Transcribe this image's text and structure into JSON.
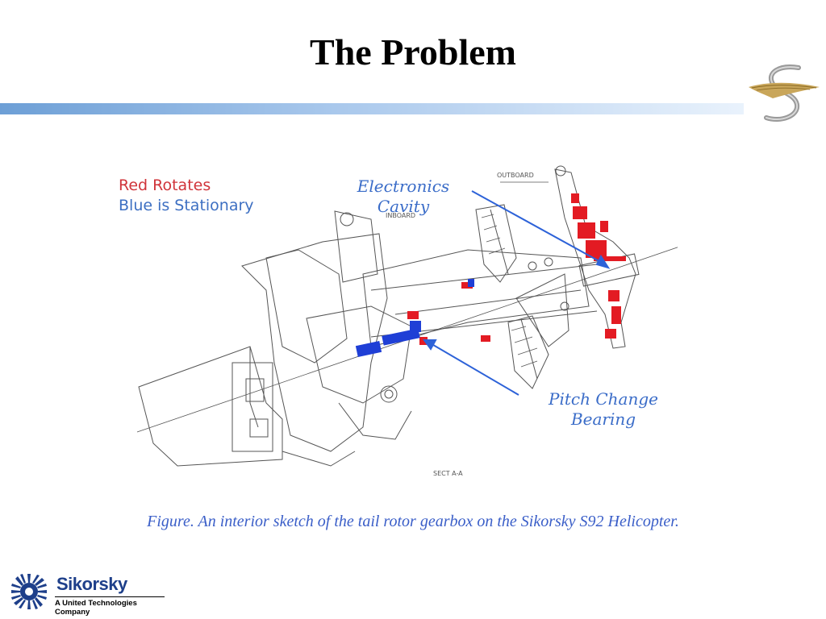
{
  "slide": {
    "title": "The Problem",
    "legend": {
      "red_text": "Red Rotates",
      "blue_text": "Blue is Stationary",
      "red_color": "#d0343a",
      "blue_color": "#3d6fc2"
    },
    "callouts": {
      "electronics": [
        "Electronics",
        "Cavity"
      ],
      "pitch": [
        "Pitch Change",
        "Bearing"
      ]
    },
    "drawing_labels": {
      "outboard": "OUTBOARD",
      "inboard": "INBOARD",
      "section": "SECT A-A"
    },
    "caption": "Figure. An interior sketch of the tail rotor gearbox on the Sikorsky S92 Helicopter.",
    "footer": {
      "brand": "Sikorsky",
      "tagline": "A United Technologies Company",
      "brand_color": "#1e3f8a"
    },
    "accent_bar_color": "#6d9fd6"
  }
}
